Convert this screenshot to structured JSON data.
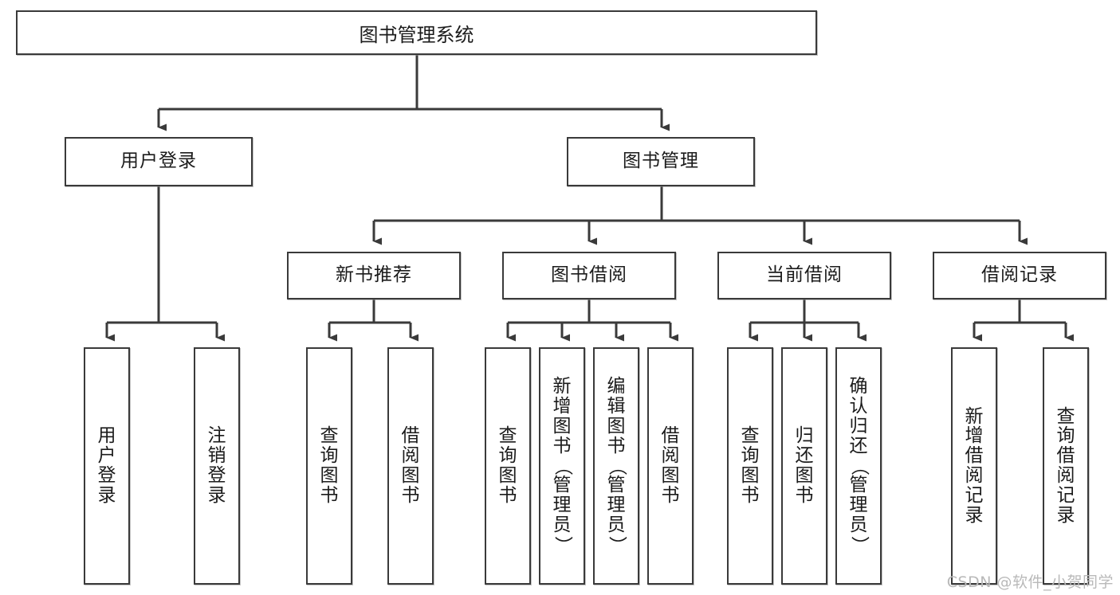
{
  "diagram": {
    "title": "图书管理系统",
    "type": "tree-hierarchy-diagram",
    "root": {
      "label": "图书管理系统"
    },
    "level2": [
      {
        "label": "用户登录"
      },
      {
        "label": "图书管理"
      }
    ],
    "level3": [
      {
        "label": "新书推荐"
      },
      {
        "label": "图书借阅"
      },
      {
        "label": "当前借阅"
      },
      {
        "label": "借阅记录"
      }
    ],
    "leaves": [
      {
        "label": "用户登录",
        "chars": [
          "用",
          "户",
          "登",
          "录"
        ],
        "rotated": []
      },
      {
        "label": "注销登录",
        "chars": [
          "注",
          "销",
          "登",
          "录"
        ],
        "rotated": []
      },
      {
        "label": "查询图书",
        "chars": [
          "查",
          "询",
          "图",
          "书"
        ],
        "rotated": []
      },
      {
        "label": "借阅图书",
        "chars": [
          "借",
          "阅",
          "图",
          "书"
        ],
        "rotated": []
      },
      {
        "label": "查询图书",
        "chars": [
          "查",
          "询",
          "图",
          "书"
        ],
        "rotated": []
      },
      {
        "label": "新增图书（管理员）",
        "chars": [
          "新",
          "增",
          "图",
          "书",
          "（",
          "管",
          "理",
          "员",
          "）"
        ],
        "rotated": [
          4,
          8
        ]
      },
      {
        "label": "编辑图书（管理员）",
        "chars": [
          "编",
          "辑",
          "图",
          "书",
          "（",
          "管",
          "理",
          "员",
          "）"
        ],
        "rotated": [
          4,
          8
        ]
      },
      {
        "label": "借阅图书",
        "chars": [
          "借",
          "阅",
          "图",
          "书"
        ],
        "rotated": []
      },
      {
        "label": "查询图书",
        "chars": [
          "查",
          "询",
          "图",
          "书"
        ],
        "rotated": []
      },
      {
        "label": "归还图书",
        "chars": [
          "归",
          "还",
          "图",
          "书"
        ],
        "rotated": []
      },
      {
        "label": "确认归还（管理员）",
        "chars": [
          "确",
          "认",
          "归",
          "还",
          "（",
          "管",
          "理",
          "员",
          "）"
        ],
        "rotated": [
          4,
          8
        ]
      },
      {
        "label": "新增借阅记录",
        "chars": [
          "新",
          "增",
          "借",
          "阅",
          "记",
          "录"
        ],
        "rotated": []
      },
      {
        "label": "查询借阅记录",
        "chars": [
          "查",
          "询",
          "借",
          "阅",
          "记",
          "录"
        ],
        "rotated": []
      }
    ]
  },
  "watermark": {
    "text": "CSDN @软件_小贺同学"
  },
  "colors": {
    "border": "#3a3a3a",
    "text": "#1b1b1b",
    "background": "#ffffff",
    "watermark": "#b9b9b9"
  }
}
